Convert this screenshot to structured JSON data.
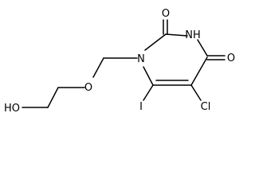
{
  "molecule": {
    "atoms": {
      "o_top": "O",
      "n_h": "NH",
      "o_right": "O",
      "n1": "N",
      "cl": "Cl",
      "i": "I",
      "o_ether": "O",
      "ho": "HO"
    }
  },
  "colors": {
    "bond": "#000000",
    "text": "#000000",
    "background": "#ffffff"
  }
}
